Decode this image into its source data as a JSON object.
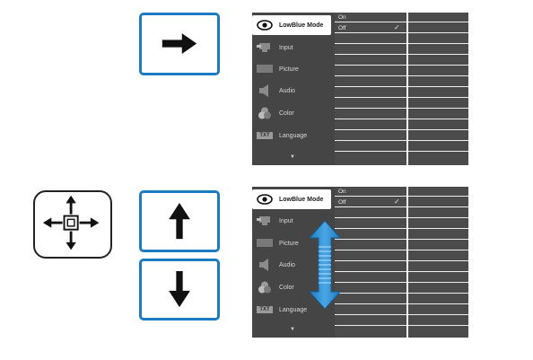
{
  "osd": {
    "menu": [
      {
        "label": "LowBlue Mode",
        "icon": "eye-icon"
      },
      {
        "label": "Input",
        "icon": "input-icon"
      },
      {
        "label": "Picture",
        "icon": "picture-icon"
      },
      {
        "label": "Audio",
        "icon": "speaker-icon"
      },
      {
        "label": "Color",
        "icon": "color-circles-icon"
      },
      {
        "label": "Language",
        "icon": "txt-icon"
      }
    ],
    "more": "▼",
    "options": [
      {
        "label": "On"
      },
      {
        "label": "Off",
        "checked": true
      }
    ],
    "check": "✓",
    "language_icon_text": "TXT"
  },
  "colors": {
    "accent_blue": "#1d7cc1",
    "osd_bg": "#454545"
  }
}
